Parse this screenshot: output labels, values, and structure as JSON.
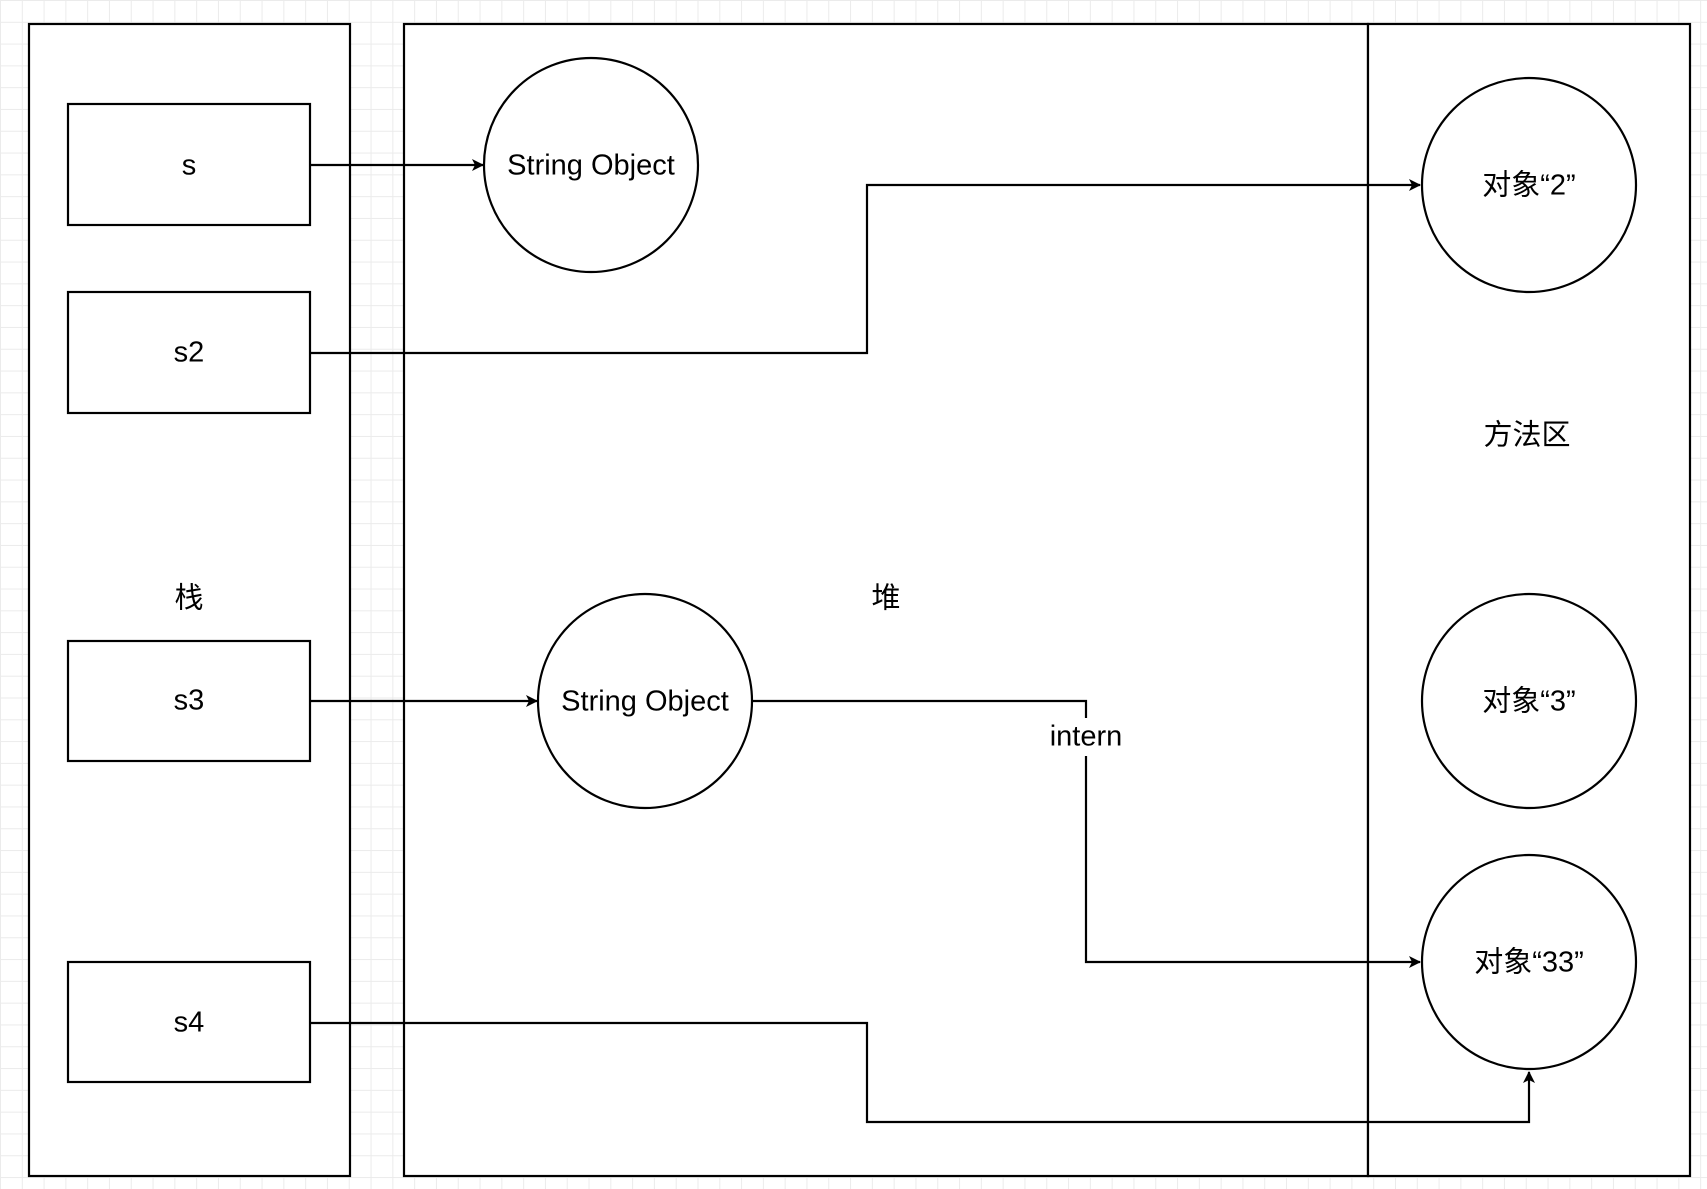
{
  "regions": {
    "stack": "栈",
    "heap": "堆",
    "method_area": "方法区"
  },
  "stack_vars": {
    "s": "s",
    "s2": "s2",
    "s3": "s3",
    "s4": "s4"
  },
  "heap_objects": {
    "obj1": "String Object",
    "obj2": "String Object"
  },
  "pool_objects": {
    "p2": "对象“2”",
    "p3": "对象“3”",
    "p33": "对象“33”"
  },
  "edge_labels": {
    "intern": "intern"
  }
}
